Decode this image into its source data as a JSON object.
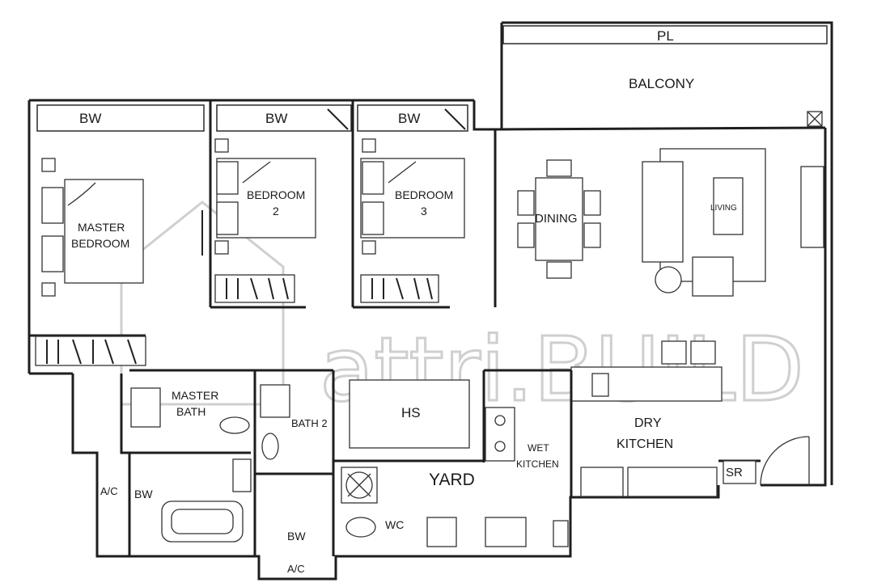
{
  "labels": {
    "pl": "PL",
    "balcony": "BALCONY",
    "bw_master": "BW",
    "bw_bed2": "BW",
    "bw_bed3": "BW",
    "master_bedroom_1": "MASTER",
    "master_bedroom_2": "BEDROOM",
    "bedroom2_1": "BEDROOM",
    "bedroom2_2": "2",
    "bedroom3_1": "BEDROOM",
    "bedroom3_2": "3",
    "dining": "DINING",
    "living": "LIVING",
    "master_bath_1": "MASTER",
    "master_bath_2": "BATH",
    "bath2": "BATH 2",
    "hs": "HS",
    "yard": "YARD",
    "wet_kitchen_1": "WET",
    "wet_kitchen_2": "KITCHEN",
    "dry_kitchen_1": "DRY",
    "dry_kitchen_2": "KITCHEN",
    "sr": "SR",
    "ac_left": "A/C",
    "bw_left": "BW",
    "bw_bottom": "BW",
    "wc": "WC",
    "ac_bottom": "A/C"
  },
  "watermark": "attri.BUILD"
}
